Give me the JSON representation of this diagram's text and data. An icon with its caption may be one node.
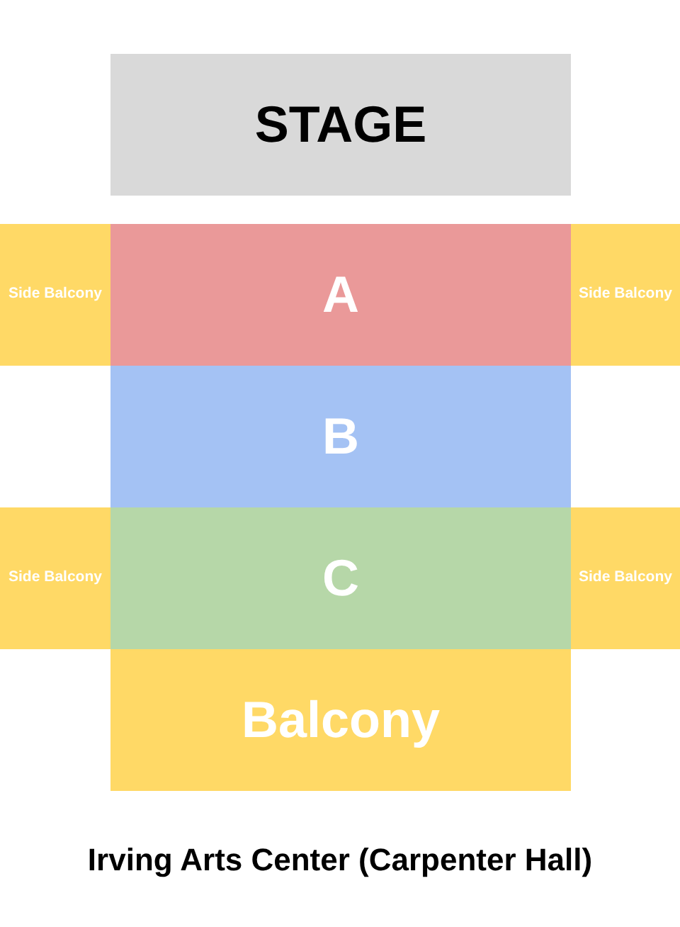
{
  "diagram": {
    "caption": "Irving Arts Center (Carpenter Hall)",
    "nodes": [
      {
        "text": [
          "STAGE"
        ]
      },
      {
        "text": [
          "Side Balcony"
        ]
      },
      {
        "text": [
          "A"
        ]
      },
      {
        "text": [
          "Side Balcony"
        ]
      },
      {
        "text": [
          "B"
        ]
      },
      {
        "text": [
          "Side Balcony"
        ]
      },
      {
        "text": [
          "C"
        ]
      },
      {
        "text": [
          "Side Balcony"
        ]
      },
      {
        "text": [
          "Balcony"
        ]
      }
    ],
    "edges": []
  }
}
